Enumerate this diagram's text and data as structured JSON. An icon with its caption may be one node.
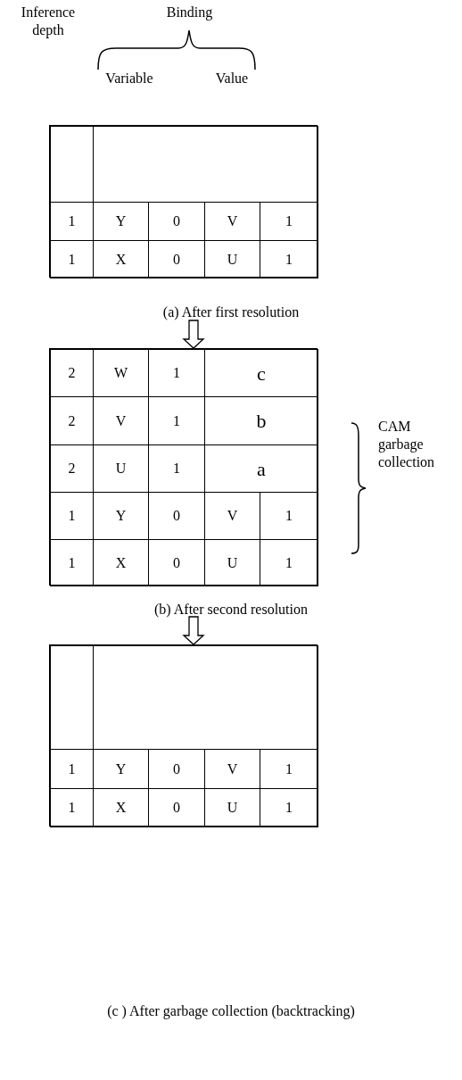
{
  "diagram": {
    "nodes": [
      {
        "text": [],
        "shape": "box"
      },
      {
        "text": [],
        "shape": "box"
      },
      {
        "text": [],
        "shape": "box"
      }
    ],
    "edges": [
      {
        "from": null,
        "to": 1,
        "arrow": "to"
      },
      {
        "from": null,
        "to": 2,
        "arrow": "to"
      }
    ],
    "labels": [
      "Inference depth",
      "Binding",
      "Variable",
      "Value",
      "1",
      "Y",
      "0",
      "V",
      "1",
      "1",
      "X",
      "0",
      "U",
      "1",
      "(a) After first resolution",
      "2",
      "W",
      "1",
      "c",
      "2",
      "V",
      "1",
      "b",
      "2",
      "U",
      "1",
      "a",
      "1",
      "Y",
      "0",
      "V",
      "1",
      "1",
      "X",
      "0",
      "U",
      "1",
      "CAM garbage collection",
      "(b) After second resolution",
      "1",
      "Y",
      "0",
      "V",
      "1",
      "1",
      "X",
      "0",
      "U",
      "1",
      "(c ) After garbage collection (backtracking)"
    ]
  }
}
